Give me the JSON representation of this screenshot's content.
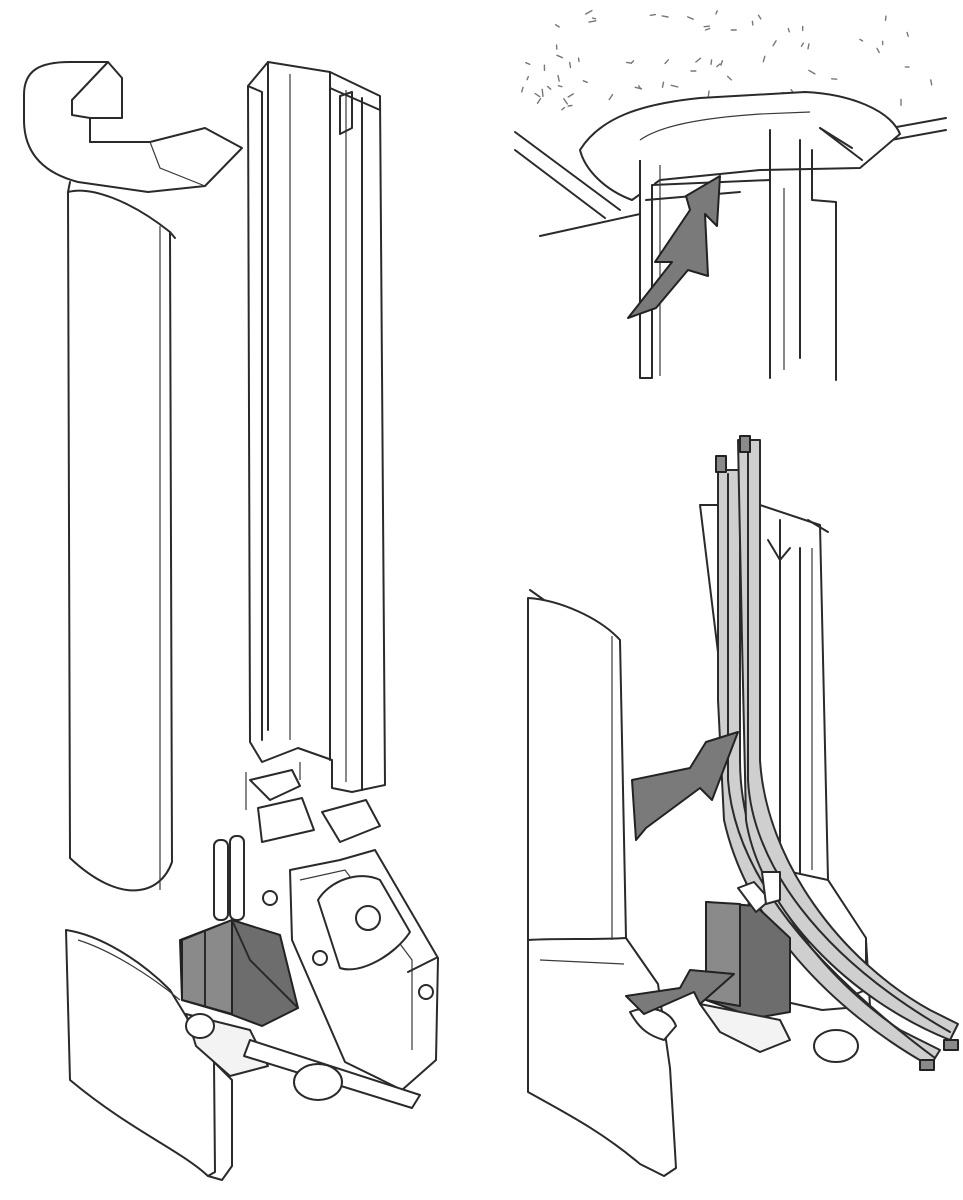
{
  "figure": {
    "panels": [
      {
        "id": "exploded-assembly",
        "icon": "exploded-trunking-assembly"
      },
      {
        "id": "ceiling-corner",
        "icon": "ceiling-corner-cap",
        "arrows": 1
      },
      {
        "id": "cable-insertion",
        "icon": "cable-insertion-detail",
        "arrows": 2
      }
    ],
    "colors": {
      "line": "#2a2a2a",
      "arrow_fill": "#7a7a7a",
      "connector_fill": "#6d6d6d",
      "cable_fill": "#cfcfcf",
      "background": "#ffffff"
    }
  }
}
